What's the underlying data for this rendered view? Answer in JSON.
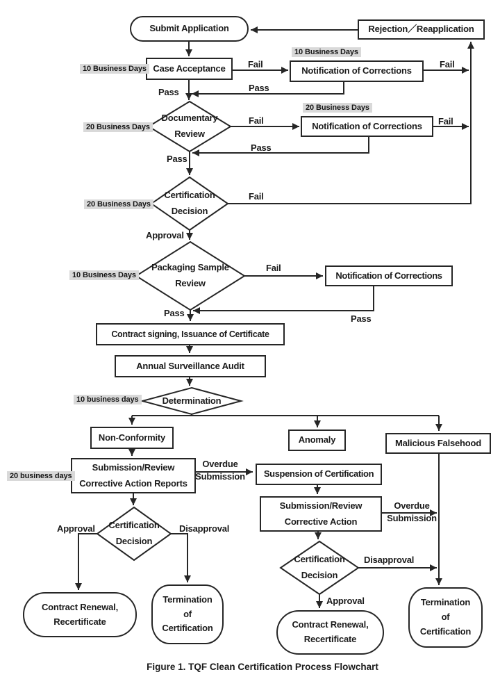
{
  "nodes": {
    "submit_application": "Submit Application",
    "rejection_reapplication": "Rejection／Reapplication",
    "case_acceptance": "Case Acceptance",
    "notification_of_corrections_1": "Notification of Corrections",
    "documentary_review": "Documentary\nReview",
    "notification_of_corrections_2": "Notification of Corrections",
    "certification_decision_top": "Certification\nDecision",
    "packaging_sample_review": "Packaging Sample\nReview",
    "notification_of_corrections_3": "Notification of Corrections",
    "contract_signing": "Contract signing, Issuance of Certificate",
    "annual_surveillance_audit": "Annual Surveillance Audit",
    "determination": "Determination",
    "non_conformity": "Non-Conformity",
    "anomaly": "Anomaly",
    "malicious_falsehood": "Malicious Falsehood",
    "corrective_action_reports": "Submission/Review\nCorrective Action Reports",
    "suspension_of_certification": "Suspension of Certification",
    "corrective_action": "Submission/Review\nCorrective Action",
    "certification_decision_left": "Certification\nDecision",
    "certification_decision_right": "Certification\nDecision",
    "contract_renewal_left": "Contract Renewal,\nRecertificate",
    "termination_left": "Termination\nof\nCertification",
    "contract_renewal_right": "Contract Renewal,\nRecertificate",
    "termination_right": "Termination\nof\nCertification"
  },
  "duration_labels": {
    "case_acceptance": "10 Business Days",
    "notif_1": "10 Business Days",
    "documentary_review": "20 Business Days",
    "notif_2": "20 Business Days",
    "certification_decision": "20 Business Days",
    "packaging_review": "10 Business Days",
    "determination": "10 business days",
    "corrective_reports": "20 business days"
  },
  "edge_labels": {
    "fail_case": "Fail",
    "pass_case": "Pass",
    "pass_return_notif1": "Pass",
    "fail_notif1": "Fail",
    "fail_docreview": "Fail",
    "fail_notif2": "Fail",
    "pass_return_notif2": "Pass",
    "pass_docreview": "Pass",
    "fail_certdec": "Fail",
    "approval_certdec": "Approval",
    "fail_packaging": "Fail",
    "pass_packaging": "Pass",
    "pass_return_notif3": "Pass",
    "overdue_submission_1": "Overdue\nSubmission",
    "approval_left": "Approval",
    "disapproval_left": "Disapproval",
    "overdue_submission_2": "Overdue\nSubmission",
    "disapproval_right": "Disapproval",
    "approval_right": "Approval"
  },
  "caption": "Figure 1. TQF Clean Certification Process Flowchart",
  "colors": {
    "line": "#262626",
    "text": "#1b1b1b",
    "label_bg": "#d9d9d9",
    "node_fill": "#ffffff"
  }
}
